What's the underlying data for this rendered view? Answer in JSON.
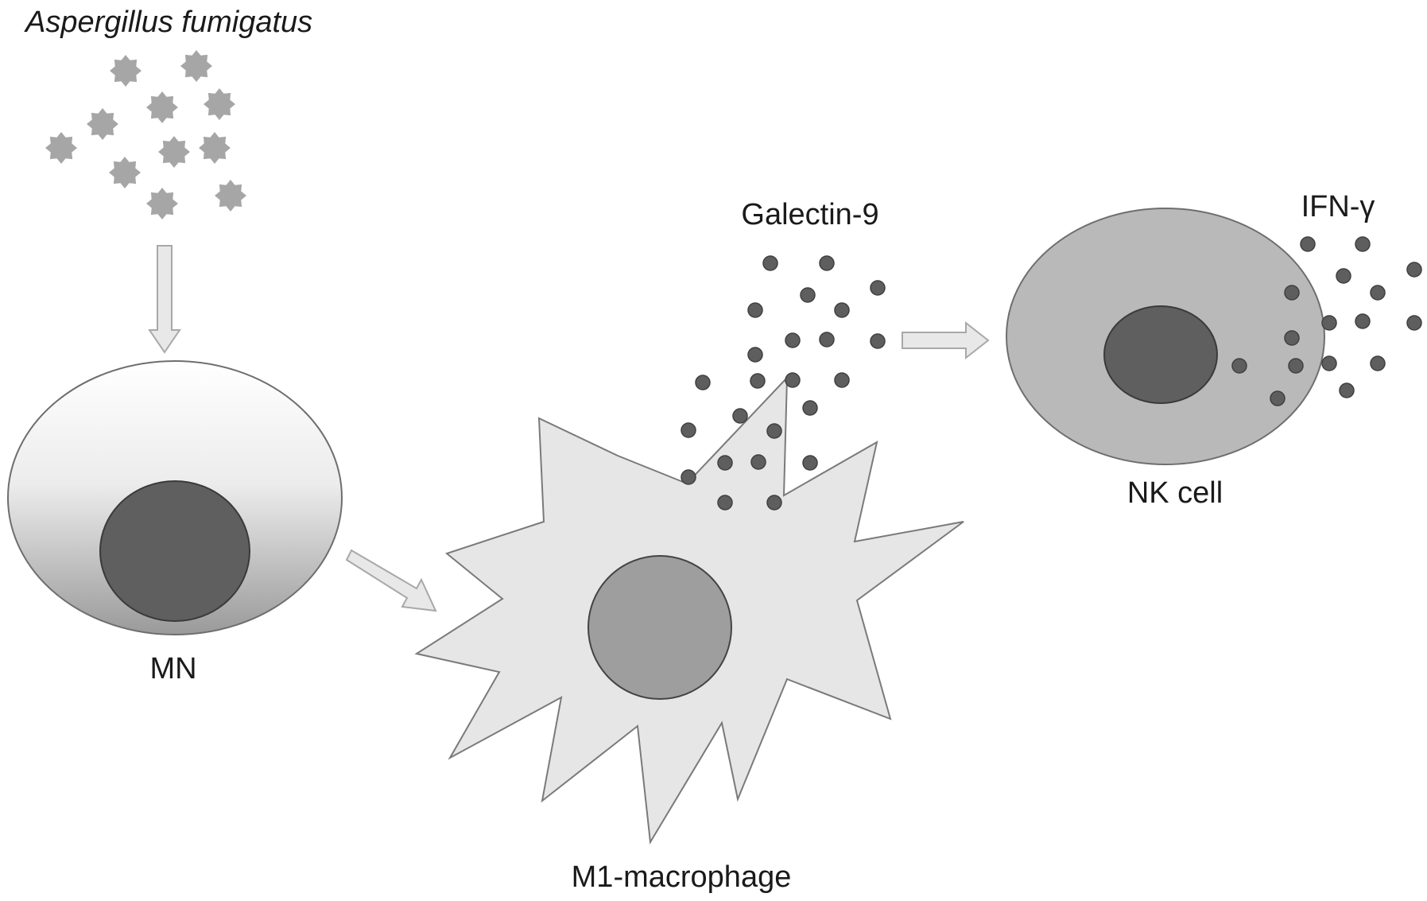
{
  "labels": {
    "organism": "Aspergillus fumigatus",
    "mn": "MN",
    "m1_macrophage": "M1-macrophage",
    "galectin9": "Galectin-9",
    "nk_cell": "NK cell",
    "ifn_gamma": "IFN-γ"
  },
  "colors": {
    "spore": "#a6a6a6",
    "nucleus_dark": "#5f5f5f",
    "macrophage_body": "#e6e6e6",
    "macrophage_nucleus": "#9e9e9e",
    "nk_body": "#b9b9b9",
    "molecule": "#5e5e5e",
    "arrow_fill": "#e8e8e8",
    "arrow_stroke": "#a8a8a8"
  }
}
